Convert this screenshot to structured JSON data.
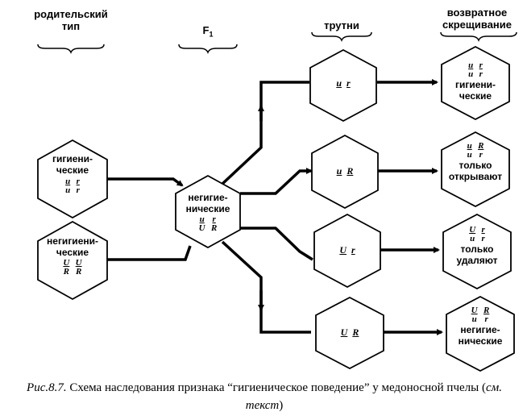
{
  "headers": {
    "parental": [
      "родительский",
      "тип"
    ],
    "f1": "F",
    "f1_sub": "1",
    "drones": "трутни",
    "backcross": [
      "возвратное",
      "скрещивание"
    ]
  },
  "parents": [
    {
      "label": [
        "гигиени-",
        "ческие"
      ],
      "num": [
        "u",
        "r"
      ],
      "den": [
        "u",
        "r"
      ]
    },
    {
      "label": [
        "негигиени-",
        "ческие"
      ],
      "num": [
        "U",
        "U"
      ],
      "den": [
        "R",
        "R"
      ]
    }
  ],
  "f1": {
    "label": [
      "негигие-",
      "нические"
    ],
    "num": [
      "u",
      "r"
    ],
    "den": [
      "U",
      "R"
    ]
  },
  "drones": [
    {
      "g1": "u",
      "g2": "r"
    },
    {
      "g1": "u",
      "g2": "R"
    },
    {
      "g1": "U",
      "g2": "r"
    },
    {
      "g1": "U",
      "g2": "R"
    }
  ],
  "offspring": [
    {
      "num": [
        "u",
        "r"
      ],
      "den": [
        "u",
        "r"
      ],
      "label": [
        "гигиени-",
        "ческие"
      ]
    },
    {
      "num": [
        "u",
        "R"
      ],
      "den": [
        "u",
        "r"
      ],
      "label": [
        "только",
        "открывают"
      ]
    },
    {
      "num": [
        "U",
        "r"
      ],
      "den": [
        "u",
        "r"
      ],
      "label": [
        "только",
        "удаляют"
      ]
    },
    {
      "num": [
        "U",
        "R"
      ],
      "den": [
        "u",
        "r"
      ],
      "label": [
        "негигие-",
        "нические"
      ]
    }
  ],
  "caption": {
    "fig": "Рис.8.7.",
    "text": " Схема наследования признака “гигиеническое поведение” у медоносной пчелы (",
    "ref": "см. текст",
    "end": ")"
  }
}
